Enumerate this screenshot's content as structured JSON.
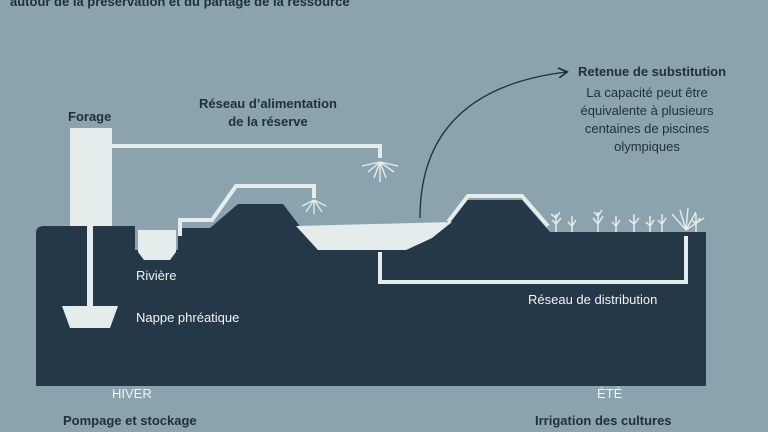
{
  "header": {
    "text": "autour de la préservation et du partage de la ressource"
  },
  "labels": {
    "forage": "Forage",
    "reseau_alimentation_line1": "Réseau d’alimentation",
    "reseau_alimentation_line2": "de la réserve",
    "retenue_title": "Retenue de substitution",
    "retenue_note": "La capacité peut être équivalente à plusieurs centaines de piscines olympiques",
    "riviere": "Rivière",
    "nappe": "Nappe phréatique",
    "reseau_distribution": "Réseau de distribution",
    "season_winter": "HIVER",
    "season_summer": "ÉTÉ",
    "caption_winter": "Pompage et stockage",
    "caption_summer": "Irrigation des cultures"
  },
  "colors": {
    "background": "#8aa3ae",
    "ground": "#253847",
    "water": "#e4ecec",
    "pipe": "#e4ecec",
    "text_dark": "#1f2f3c",
    "text_light": "#f2f4f4"
  }
}
